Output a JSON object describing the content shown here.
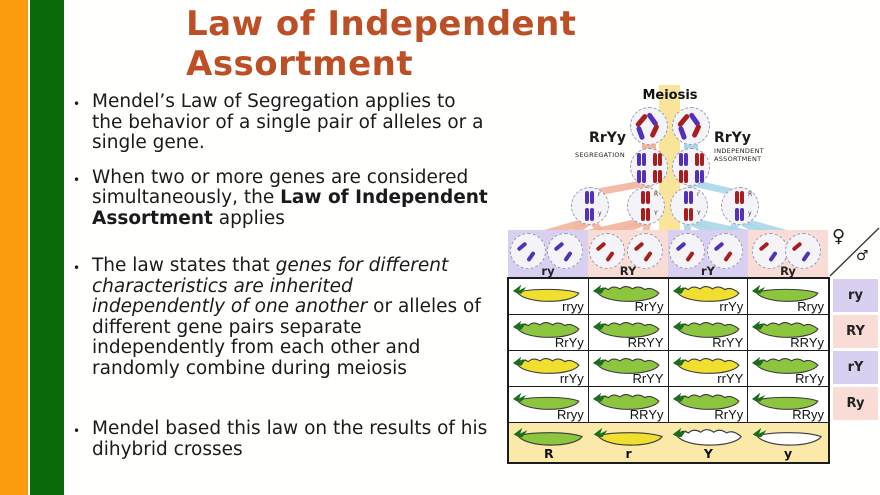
{
  "slide": {
    "title_lines": [
      "Law of Independent",
      "Assortment"
    ],
    "title_color": "#BC4F26",
    "bullets": [
      {
        "runs": [
          {
            "text": "Mendel’s Law of Segregation applies to the behavior of a single pair of alleles or a single gene."
          }
        ]
      },
      {
        "runs": [
          {
            "text": "When two or more genes are considered simultaneously, the "
          },
          {
            "text": "Law of Independent Assortment",
            "bold": true
          },
          {
            "text": " applies"
          }
        ]
      },
      {
        "runs": [
          {
            "text": " The law states that "
          },
          {
            "text": "genes for different characteristics are inherited independently of one another",
            "italic": true
          },
          {
            "text": " or alleles of different gene pairs separate independently from each other and randomly combine during meiosis"
          }
        ]
      },
      {
        "runs": [
          {
            "text": "Mendel based this law on the results of his dihybrid crosses"
          }
        ]
      }
    ]
  },
  "accent_bars": {
    "orange": "#FA9C0E",
    "green": "#0A6A0A"
  },
  "diagram": {
    "meiosis_label": "Meiosis",
    "parent_labels": [
      "RrYy",
      "RrYy"
    ],
    "segregation_label": "SEGREGATION",
    "independent_label": "INDEPENDENT\nASSORTMENT",
    "female_symbol": "♀",
    "male_symbol": "♂",
    "gamete_groups": [
      {
        "label": "ry",
        "bg": "#D9CFF1",
        "chromosomes": [
          "purple",
          "purple"
        ]
      },
      {
        "label": "RY",
        "bg": "#F8DCD5",
        "chromosomes": [
          "red",
          "red"
        ]
      },
      {
        "label": "rY",
        "bg": "#D9CFF1",
        "chromosomes": [
          "purple",
          "red"
        ]
      },
      {
        "label": "Ry",
        "bg": "#F8DCD5",
        "chromosomes": [
          "red",
          "purple"
        ]
      }
    ],
    "meiosis2_cells": [
      {
        "alleles": [
          "r",
          "y"
        ],
        "colors": [
          "purple",
          "purple"
        ]
      },
      {
        "alleles": [
          "R",
          "Y"
        ],
        "colors": [
          "red",
          "red"
        ]
      },
      {
        "alleles": [
          "r",
          "Y"
        ],
        "colors": [
          "purple",
          "red"
        ]
      },
      {
        "alleles": [
          "R",
          "y"
        ],
        "colors": [
          "red",
          "purple"
        ]
      }
    ],
    "punnett": {
      "column_headers": [
        "ry",
        "RY",
        "rY",
        "Ry"
      ],
      "row_headers": [
        "ry",
        "RY",
        "rY",
        "Ry"
      ],
      "row_header_bgs": [
        "#D9CFF1",
        "#F8DCD5",
        "#D9CFF1",
        "#F8DCD5"
      ],
      "rows": [
        [
          {
            "genotype": "rryy",
            "color": "yellow",
            "shape": "smooth"
          },
          {
            "genotype": "RrYy",
            "color": "green",
            "shape": "bumpy"
          },
          {
            "genotype": "rrYy",
            "color": "yellow",
            "shape": "bumpy"
          },
          {
            "genotype": "Rryy",
            "color": "green",
            "shape": "smooth"
          }
        ],
        [
          {
            "genotype": "RrYy",
            "color": "green",
            "shape": "bumpy"
          },
          {
            "genotype": "RRYY",
            "color": "green",
            "shape": "bumpy"
          },
          {
            "genotype": "RrYY",
            "color": "green",
            "shape": "bumpy"
          },
          {
            "genotype": "RRYy",
            "color": "green",
            "shape": "bumpy"
          }
        ],
        [
          {
            "genotype": "rrYy",
            "color": "yellow",
            "shape": "bumpy"
          },
          {
            "genotype": "RrYY",
            "color": "green",
            "shape": "bumpy"
          },
          {
            "genotype": "rrYY",
            "color": "yellow",
            "shape": "bumpy"
          },
          {
            "genotype": "RrYy",
            "color": "green",
            "shape": "bumpy"
          }
        ],
        [
          {
            "genotype": "Rryy",
            "color": "green",
            "shape": "smooth"
          },
          {
            "genotype": "RRYy",
            "color": "green",
            "shape": "bumpy"
          },
          {
            "genotype": "RrYy",
            "color": "green",
            "shape": "bumpy"
          },
          {
            "genotype": "RRyy",
            "color": "green",
            "shape": "smooth"
          }
        ]
      ],
      "legend": [
        {
          "allele": "R",
          "color": "green",
          "shape": "smooth"
        },
        {
          "allele": "r",
          "color": "yellow",
          "shape": "smooth"
        },
        {
          "allele": "Y",
          "color": "white",
          "shape": "bumpy"
        },
        {
          "allele": "y",
          "color": "white",
          "shape": "smooth"
        }
      ]
    },
    "colors": {
      "pod_green": "#8CC63E",
      "pod_yellow": "#F0DF2E",
      "pod_white": "#FFFFFF",
      "pod_stem": "#1B6E1B",
      "chromo_red": "#A81E1E",
      "chromo_purple": "#5230B8",
      "band_yellow": "#F8E49B",
      "line_salmon": "#F2B49E",
      "line_blue": "#ABD6EA",
      "legend_bg": "#FBE9A9",
      "header_lavender": "#D9CFF1",
      "header_pink": "#F8DCD5"
    }
  }
}
